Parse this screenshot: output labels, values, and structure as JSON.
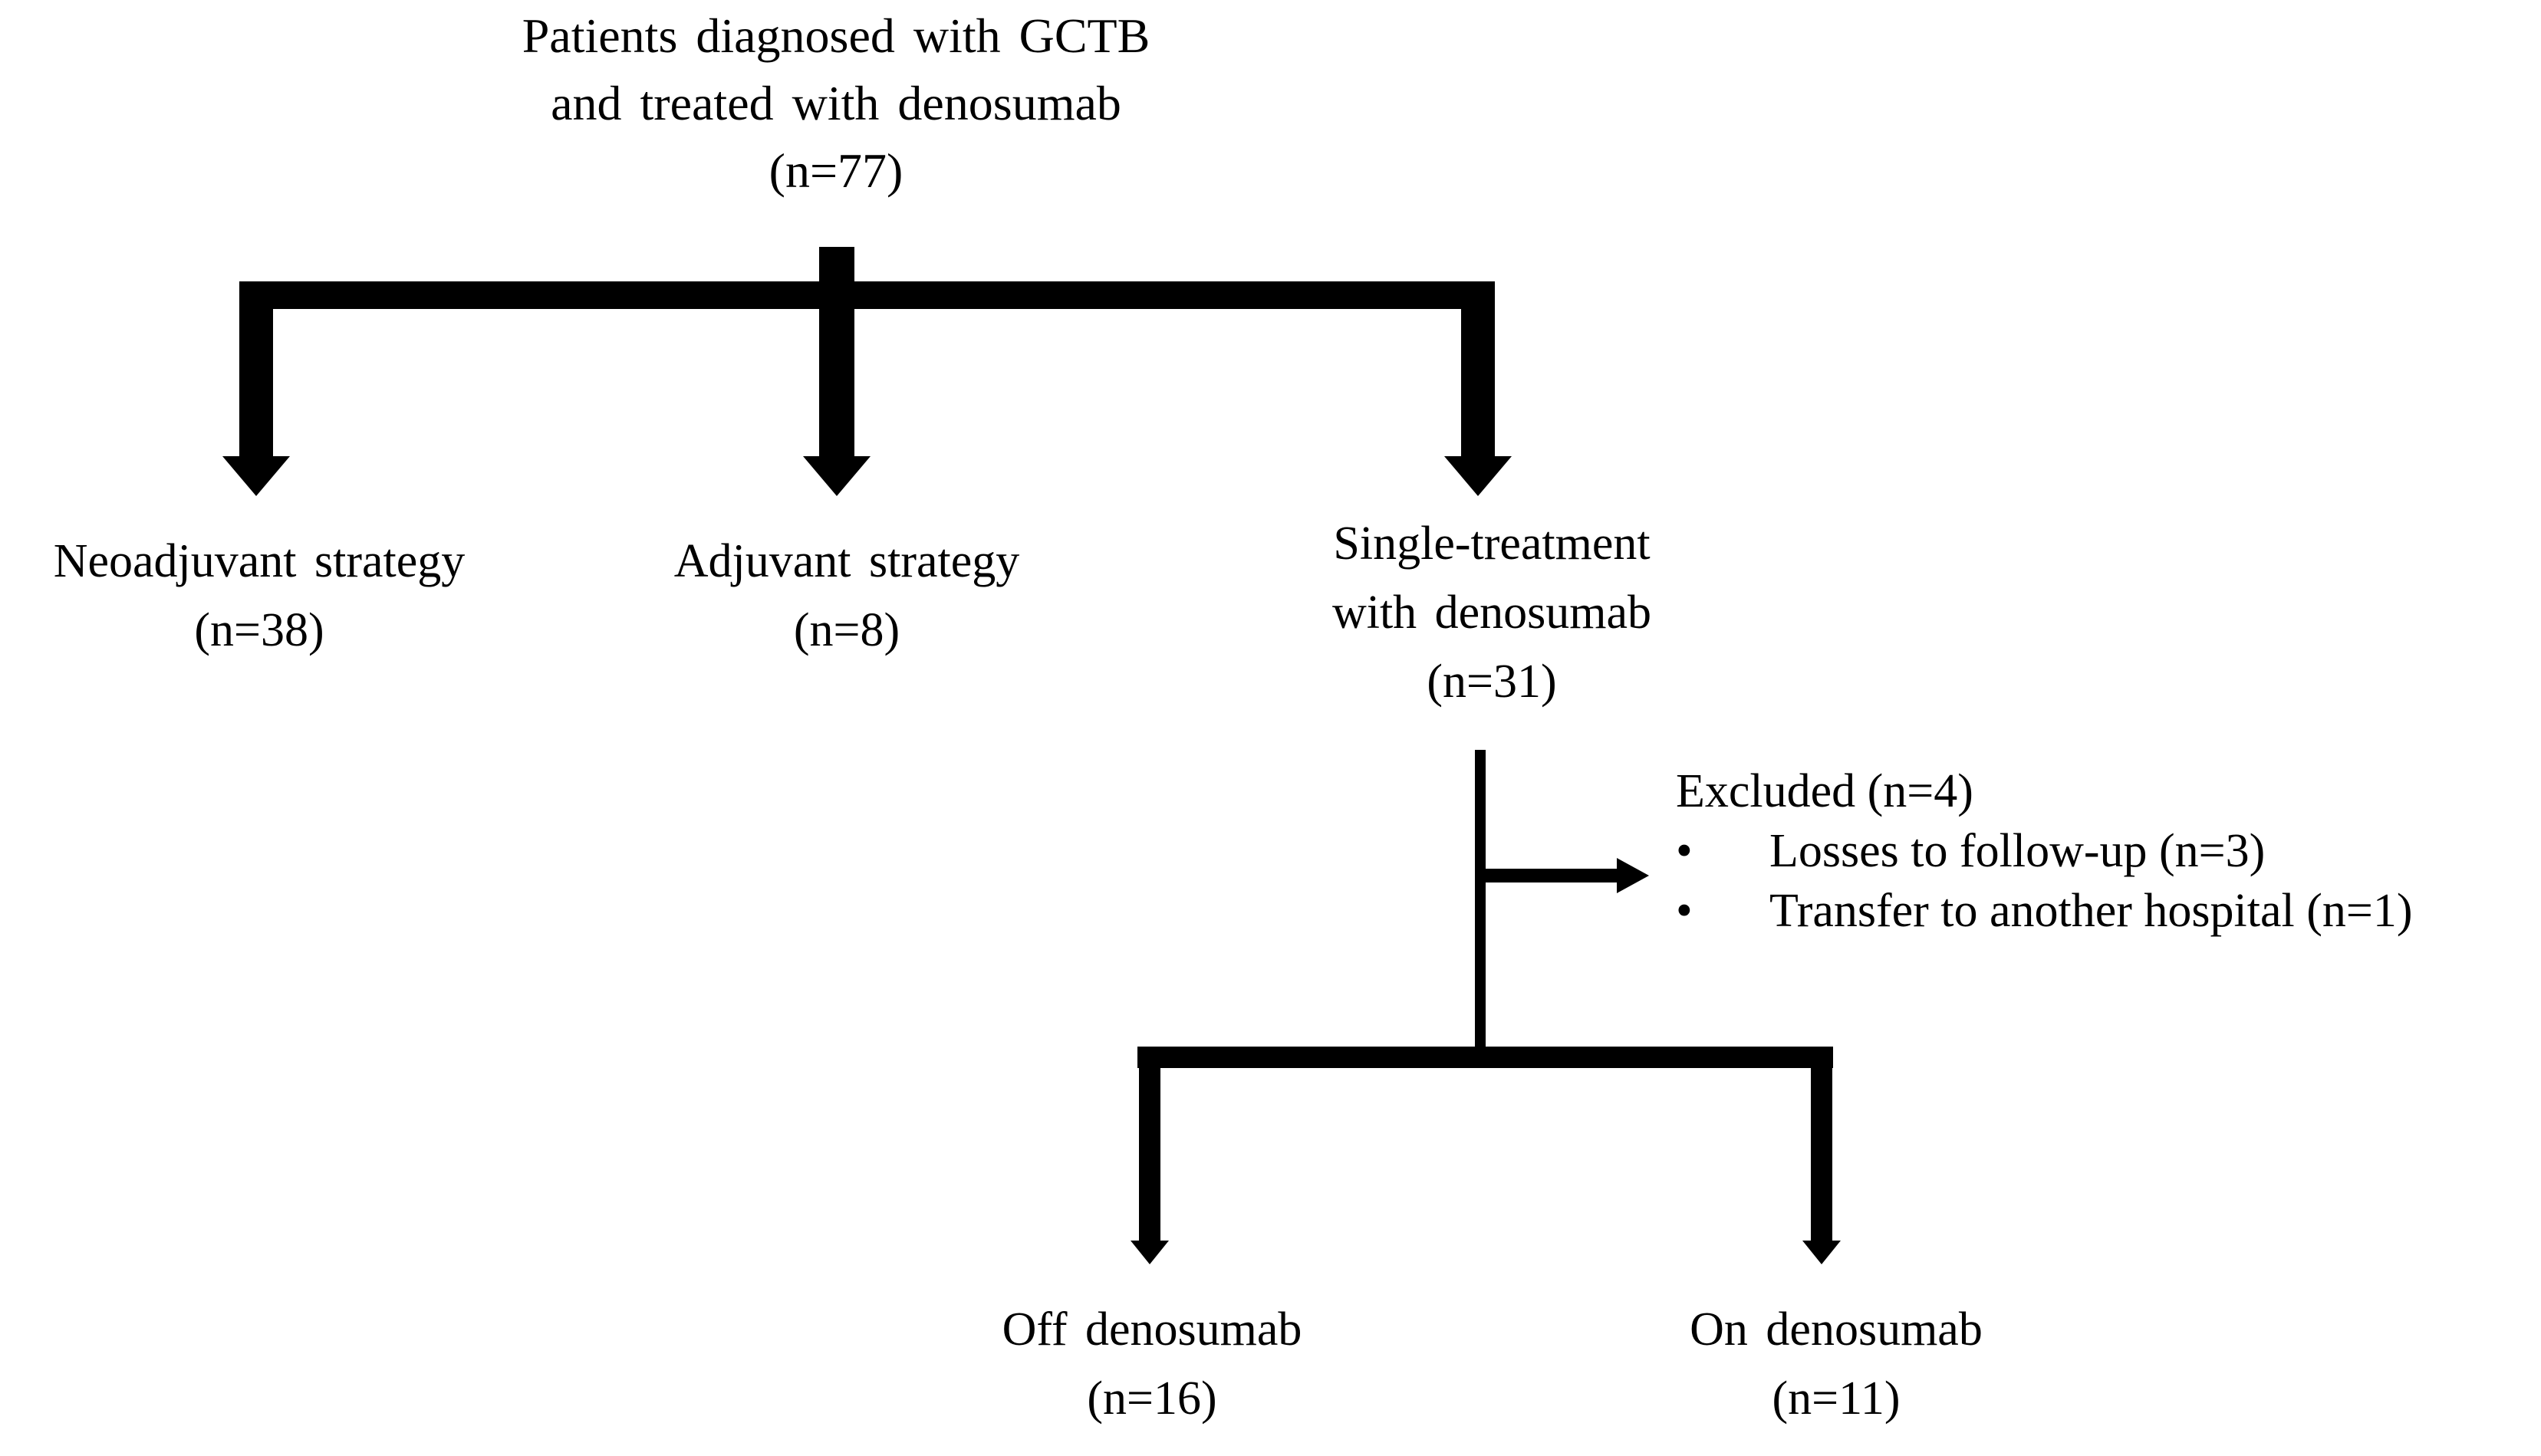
{
  "colors": {
    "background": "#ffffff",
    "ink": "#000000"
  },
  "nodes": {
    "root": {
      "line1": "Patients diagnosed with GCTB",
      "line2": "and treated with denosumab",
      "count": "(n=77)"
    },
    "neoadjuvant": {
      "label": "Neoadjuvant strategy",
      "count": "(n=38)"
    },
    "adjuvant": {
      "label": "Adjuvant strategy",
      "count": "(n=8)"
    },
    "single_treatment": {
      "line1": "Single-treatment",
      "line2": "with denosumab",
      "count": "(n=31)"
    },
    "excluded": {
      "title": "Excluded (n=4)",
      "bullet_glyph": "•",
      "items": [
        {
          "text": "Losses to follow-up (n=3)"
        },
        {
          "text": "Transfer to another hospital (n=1)"
        }
      ]
    },
    "off_denosumab": {
      "label": "Off denosumab",
      "count": "(n=16)"
    },
    "on_denosumab": {
      "label": "On denosumab",
      "count": "(n=11)"
    }
  }
}
